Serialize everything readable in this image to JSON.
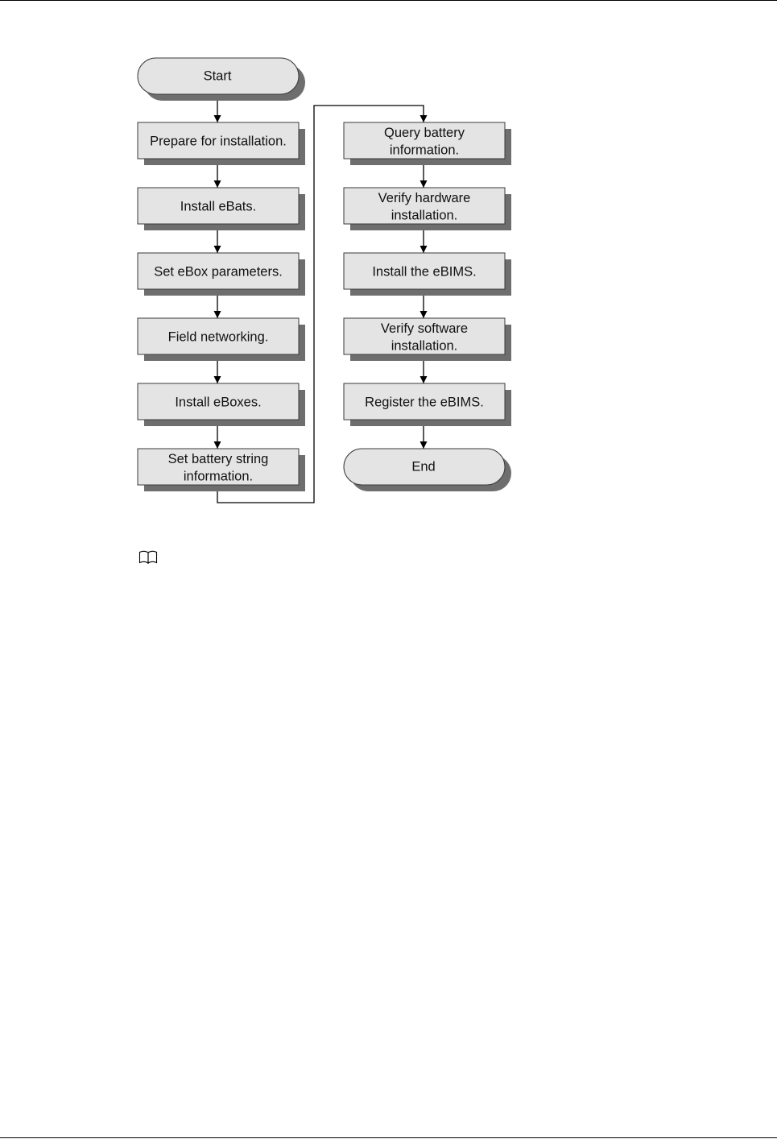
{
  "flowchart": {
    "start": "Start",
    "end": "End",
    "left_steps": [
      [
        "Prepare for installation."
      ],
      [
        "Install eBats."
      ],
      [
        "Set eBox parameters."
      ],
      [
        "Field networking."
      ],
      [
        "Install eBoxes."
      ],
      [
        "Set battery string",
        "information."
      ]
    ],
    "right_steps": [
      [
        "Query battery",
        "information."
      ],
      [
        "Verify hardware",
        "installation."
      ],
      [
        "Install the eBIMS."
      ],
      [
        "Verify software",
        "installation."
      ],
      [
        "Register the eBIMS."
      ]
    ]
  },
  "note": {
    "icon": "book-icon"
  }
}
